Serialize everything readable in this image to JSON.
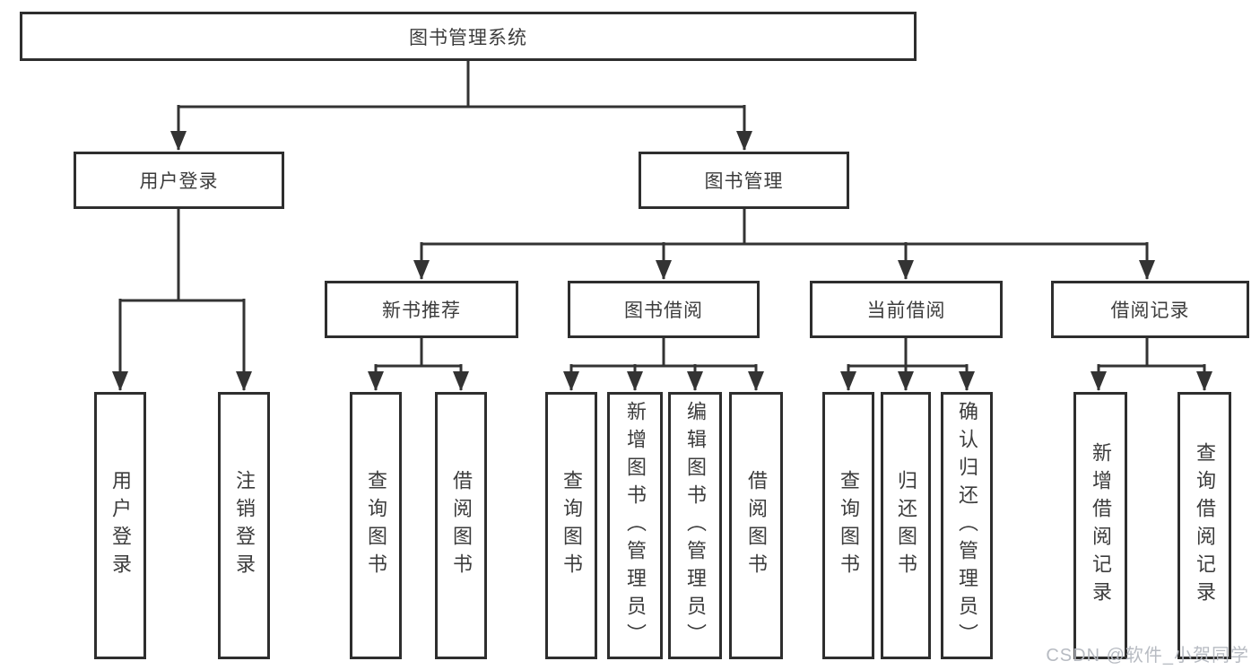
{
  "diagram": {
    "root": {
      "label": "图书管理系统"
    },
    "level1": [
      {
        "label": "用户登录"
      },
      {
        "label": "图书管理"
      }
    ],
    "level2": [
      {
        "label": "新书推荐",
        "parent": "图书管理"
      },
      {
        "label": "图书借阅",
        "parent": "图书管理"
      },
      {
        "label": "当前借阅",
        "parent": "图书管理"
      },
      {
        "label": "借阅记录",
        "parent": "图书管理"
      }
    ],
    "leaves": [
      {
        "label": "用户登录",
        "parent": "用户登录"
      },
      {
        "label": "注销登录",
        "parent": "用户登录"
      },
      {
        "label": "查询图书",
        "parent": "新书推荐"
      },
      {
        "label": "借阅图书",
        "parent": "新书推荐"
      },
      {
        "label": "查询图书",
        "parent": "图书借阅"
      },
      {
        "label": "新增图书（管理员）",
        "parent": "图书借阅"
      },
      {
        "label": "编辑图书（管理员）",
        "parent": "图书借阅"
      },
      {
        "label": "借阅图书",
        "parent": "图书借阅"
      },
      {
        "label": "查询图书",
        "parent": "当前借阅"
      },
      {
        "label": "归还图书",
        "parent": "当前借阅"
      },
      {
        "label": "确认归还（管理员）",
        "parent": "当前借阅"
      },
      {
        "label": "新增借阅记录",
        "parent": "借阅记录"
      },
      {
        "label": "查询借阅记录",
        "parent": "借阅记录"
      }
    ]
  },
  "watermark": {
    "text": "CSDN @软件_小贺同学"
  },
  "colors": {
    "line": "#333333",
    "box_border": "#2e2e2e",
    "text": "#3c3c3c",
    "watermark": "#b4b8bf",
    "background": "#ffffff"
  }
}
